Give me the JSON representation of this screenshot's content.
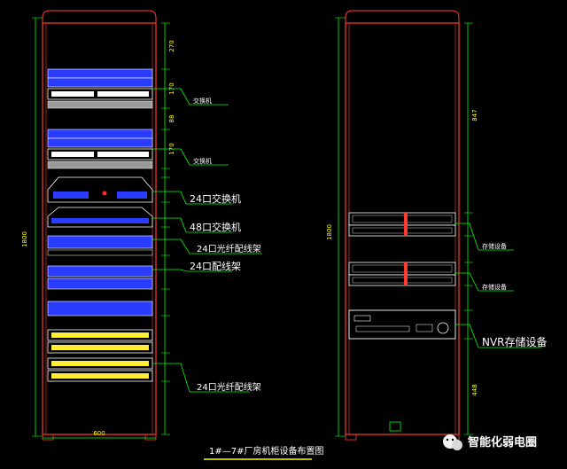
{
  "drawing": {
    "title": "1#—7#厂房机柜设备布置图",
    "watermark": "智能化弱电圈",
    "colors": {
      "frame": "#ff3b2f",
      "dimension": "#00ff00",
      "leader": "#00ff00",
      "panel_blue": "#2a3cff",
      "panel_yellow": "#ffee33",
      "panel_white": "#ffffff",
      "text": "#ffffff"
    }
  },
  "left_rack": {
    "height_dim": "1800",
    "width_dim": "600",
    "top_dims": [
      "270",
      "170",
      "88",
      "170"
    ],
    "labels": {
      "l1": "交换机",
      "l2": "交换机",
      "l3": "24口交换机",
      "l4": "48口交换机",
      "l5": "24口光纤配线架",
      "l6": "24口配线架",
      "l7": "24口光纤配线架"
    }
  },
  "right_rack": {
    "height_dim": "1800",
    "top_dim": "847",
    "bottom_dim": "448",
    "labels": {
      "r1": "存储设备",
      "r2": "存储设备",
      "r3": "NVR存储设备"
    }
  }
}
